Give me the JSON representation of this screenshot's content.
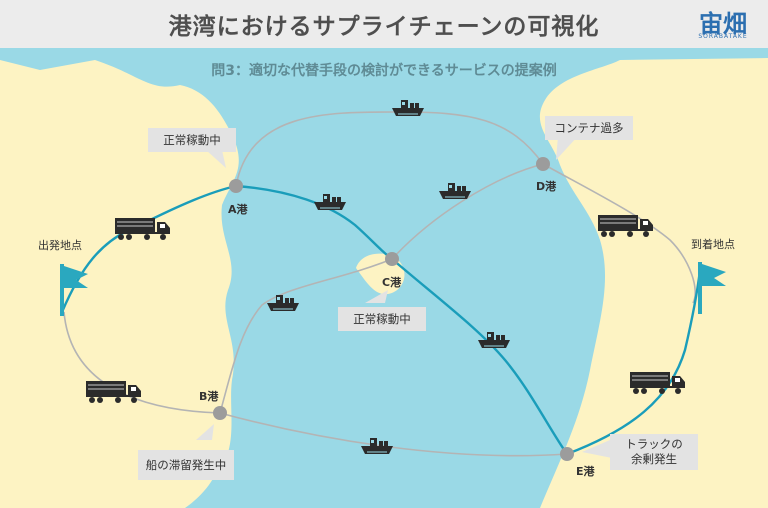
{
  "title": "港湾におけるサプライチェーンの可視化",
  "logo": {
    "mark": "宙畑",
    "sub": "SORABATAKE"
  },
  "subtitle": "問3：適切な代替手段の検討ができるサービスの提案例",
  "places": {
    "origin": "出発地点",
    "destination": "到着地点"
  },
  "ports": {
    "a": "A港",
    "b": "B港",
    "c": "C港",
    "d": "D港",
    "e": "E港"
  },
  "callouts": {
    "a": "正常稼動中",
    "c": "正常稼動中",
    "d": "コンテナ過多",
    "b": "船の滞留発生中",
    "e_line1": "トラックの",
    "e_line2": "余剰発生"
  },
  "colors": {
    "sea": "#9ad9e6",
    "land": "#fdf3c3",
    "active_route": "#1a9dba",
    "inactive_route": "#b4b4b4",
    "port": "#9c9c9c",
    "flag": "#2aa8bf",
    "vehicle": "#2b2b2b"
  },
  "icons": [
    "ship-icon",
    "truck-icon",
    "flag-icon"
  ]
}
